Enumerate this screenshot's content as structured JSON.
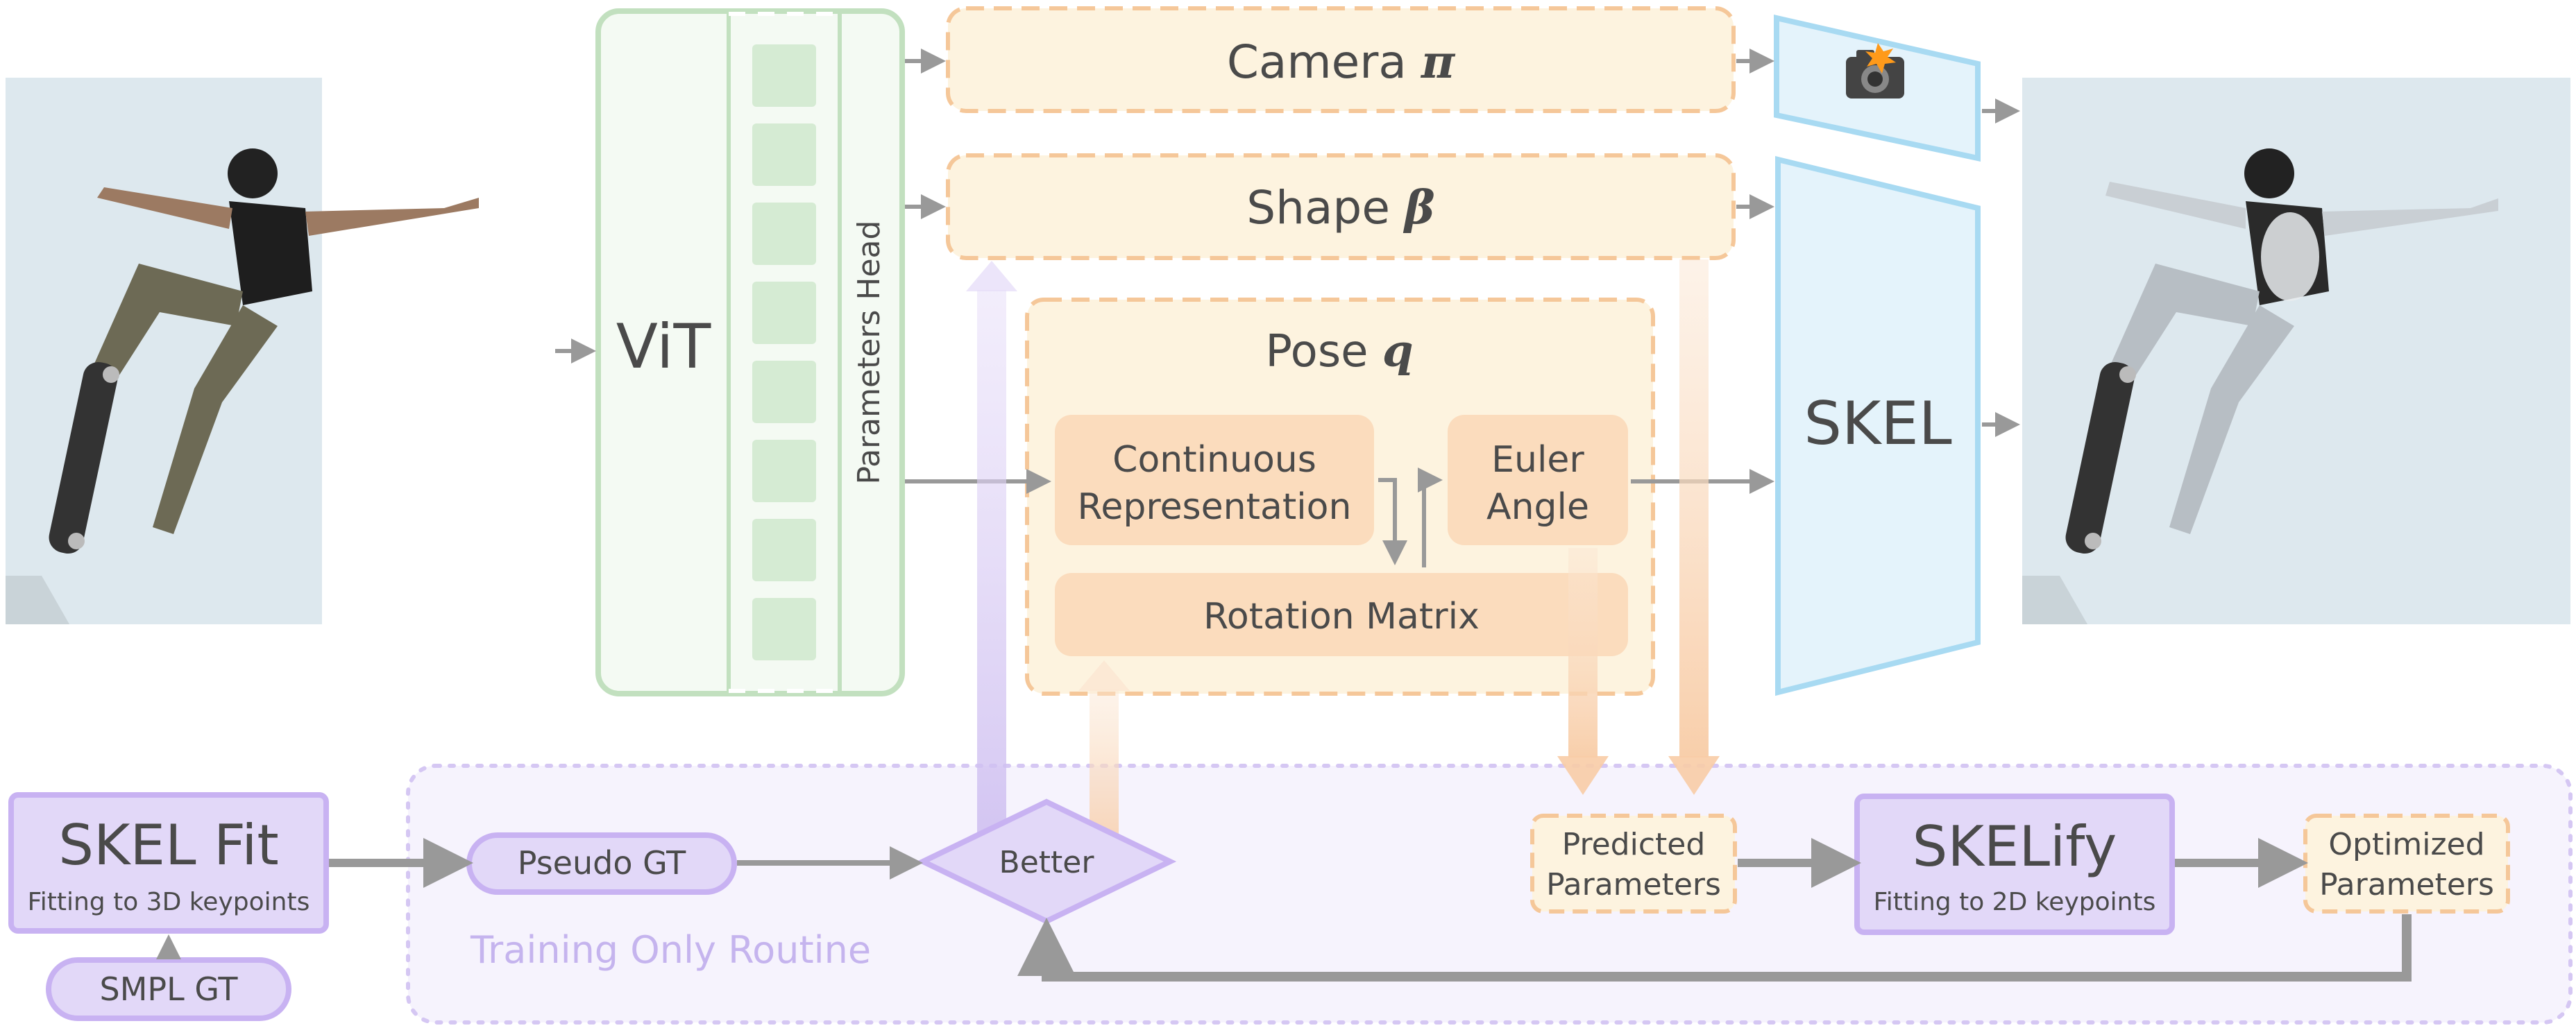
{
  "vit": {
    "label": "ViT",
    "head_label": "Parameters Head"
  },
  "camera": {
    "label": "Camera",
    "symbol": "π"
  },
  "shape": {
    "label": "Shape",
    "symbol": "β"
  },
  "pose": {
    "label": "Pose",
    "symbol": "q",
    "continuous": [
      "Continuous",
      "Representation"
    ],
    "euler": [
      "Euler",
      "Angle"
    ],
    "rotation": "Rotation Matrix"
  },
  "skel": {
    "label": "SKEL"
  },
  "training": {
    "skel_fit": {
      "title": "SKEL Fit",
      "subtitle": "Fitting to 3D keypoints"
    },
    "smpl_gt": "SMPL GT",
    "pseudo_gt": "Pseudo GT",
    "better": "Better",
    "predicted": [
      "Predicted",
      "Parameters"
    ],
    "skelify": {
      "title": "SKELify",
      "subtitle": "Fitting to 2D keypoints"
    },
    "optimized": [
      "Optimized",
      "Parameters"
    ],
    "routine_label": "Training Only Routine"
  },
  "colors": {
    "green": "#d5ebd3",
    "green_border": "#c2e0bf",
    "orange_fill": "#fdf3df",
    "orange_border": "#f5c799",
    "orange_box": "#fbdcbd",
    "blue_fill": "#e4f3fb",
    "blue_border": "#a8daf2",
    "purple_fill": "#e2d8f8",
    "purple_border": "#c8b2f2",
    "routine_fill": "#f6f3fd",
    "arrow": "#999999"
  }
}
